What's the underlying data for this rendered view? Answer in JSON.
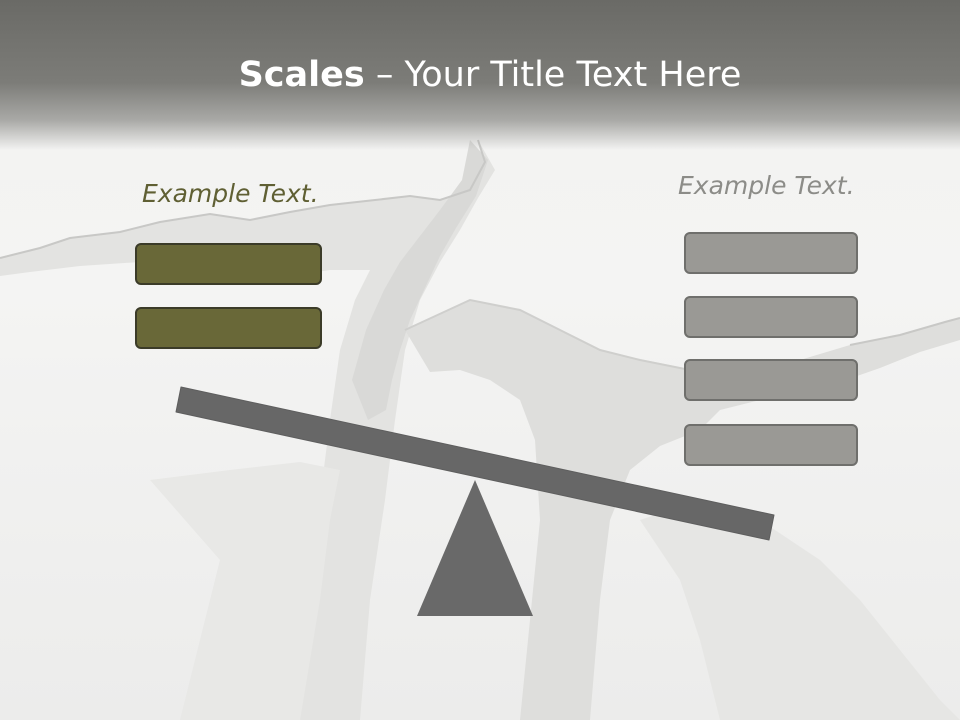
{
  "slide": {
    "title_bold": "Scales",
    "title_rest": " – Your Title Text Here",
    "left_label": "Example Text.",
    "right_label": "Example Text.",
    "left_boxes": 2,
    "right_boxes": 4,
    "colors": {
      "left_box_fill": "#696838",
      "left_box_border": "#3b3b28",
      "right_box_fill": "#9a9995",
      "right_box_border": "#6f6f6c",
      "beam": "#676767",
      "fulcrum": "#696969"
    }
  }
}
